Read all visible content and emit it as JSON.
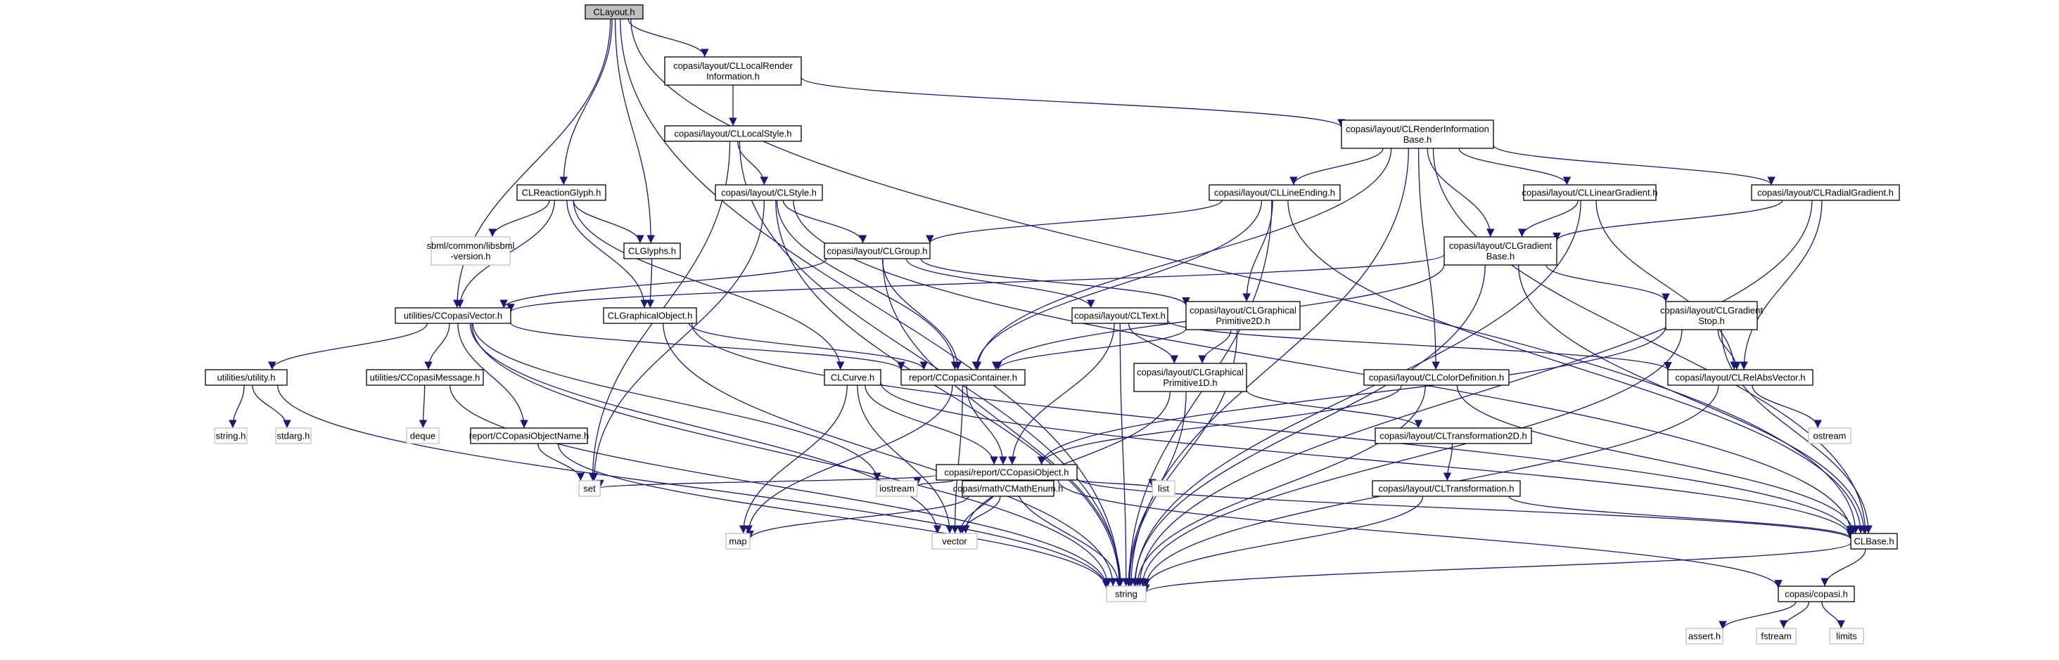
{
  "graph": {
    "nodes": [
      {
        "id": "n0",
        "kind": "main",
        "lines": [
          "CLayout.h"
        ]
      },
      {
        "id": "n1",
        "kind": "local",
        "lines": [
          "copasi/layout/CLLocalRender",
          "Information.h"
        ]
      },
      {
        "id": "n2",
        "kind": "local",
        "lines": [
          "copasi/layout/CLLocalStyle.h"
        ]
      },
      {
        "id": "n3",
        "kind": "local",
        "lines": [
          "copasi/layout/CLRenderInformation",
          "Base.h"
        ]
      },
      {
        "id": "n4",
        "kind": "local",
        "lines": [
          "CLReactionGlyph.h"
        ]
      },
      {
        "id": "n5",
        "kind": "local",
        "lines": [
          "copasi/layout/CLStyle.h"
        ]
      },
      {
        "id": "n6",
        "kind": "ext",
        "lines": [
          "sbml/common/libsbml",
          "-version.h"
        ]
      },
      {
        "id": "n7",
        "kind": "local",
        "lines": [
          "CLGlyphs.h"
        ]
      },
      {
        "id": "n8",
        "kind": "local",
        "lines": [
          "copasi/layout/CLGroup.h"
        ]
      },
      {
        "id": "n9",
        "kind": "local",
        "lines": [
          "copasi/layout/CLLineEnding.h"
        ]
      },
      {
        "id": "n10",
        "kind": "local",
        "lines": [
          "copasi/layout/CLLinearGradient.h"
        ]
      },
      {
        "id": "n11",
        "kind": "local",
        "lines": [
          "copasi/layout/CLRadialGradient.h"
        ]
      },
      {
        "id": "n12",
        "kind": "local",
        "lines": [
          "copasi/layout/CLGradient",
          "Base.h"
        ]
      },
      {
        "id": "n13",
        "kind": "local",
        "lines": [
          "utilities/CCopasiVector.h"
        ]
      },
      {
        "id": "n14",
        "kind": "local",
        "lines": [
          "CLGraphicalObject.h"
        ]
      },
      {
        "id": "n15",
        "kind": "local",
        "lines": [
          "copasi/layout/CLText.h"
        ]
      },
      {
        "id": "n16",
        "kind": "local",
        "lines": [
          "copasi/layout/CLGraphical",
          "Primitive2D.h"
        ]
      },
      {
        "id": "n17",
        "kind": "local",
        "lines": [
          "copasi/layout/CLGradient",
          "Stop.h"
        ]
      },
      {
        "id": "n18",
        "kind": "local",
        "lines": [
          "utilities/utility.h"
        ]
      },
      {
        "id": "n19",
        "kind": "local",
        "lines": [
          "utilities/CCopasiMessage.h"
        ]
      },
      {
        "id": "n20",
        "kind": "local",
        "lines": [
          "CLCurve.h"
        ]
      },
      {
        "id": "n21",
        "kind": "local",
        "lines": [
          "report/CCopasiContainer.h"
        ]
      },
      {
        "id": "n22",
        "kind": "local",
        "lines": [
          "copasi/layout/CLGraphical",
          "Primitive1D.h"
        ]
      },
      {
        "id": "n23",
        "kind": "local",
        "lines": [
          "copasi/layout/CLColorDefinition.h"
        ]
      },
      {
        "id": "n24",
        "kind": "local",
        "lines": [
          "copasi/layout/CLRelAbsVector.h"
        ]
      },
      {
        "id": "n25",
        "kind": "ext",
        "lines": [
          "string.h"
        ]
      },
      {
        "id": "n26",
        "kind": "ext",
        "lines": [
          "stdarg.h"
        ]
      },
      {
        "id": "n27",
        "kind": "ext",
        "lines": [
          "deque"
        ]
      },
      {
        "id": "n28",
        "kind": "local",
        "lines": [
          "report/CCopasiObjectName.h"
        ]
      },
      {
        "id": "n29",
        "kind": "local",
        "lines": [
          "copasi/report/CCopasiObject.h"
        ]
      },
      {
        "id": "n30",
        "kind": "local",
        "lines": [
          "copasi/layout/CLTransformation2D.h"
        ]
      },
      {
        "id": "n31",
        "kind": "ext",
        "lines": [
          "ostream"
        ]
      },
      {
        "id": "n32",
        "kind": "ext",
        "lines": [
          "set"
        ]
      },
      {
        "id": "n33",
        "kind": "ext",
        "lines": [
          "iostream"
        ]
      },
      {
        "id": "n34",
        "kind": "ext",
        "lines": [
          "list"
        ]
      },
      {
        "id": "n35",
        "kind": "local",
        "lines": [
          "copasi/math/CMathEnum.h"
        ]
      },
      {
        "id": "n36",
        "kind": "local",
        "lines": [
          "copasi/layout/CLTransformation.h"
        ]
      },
      {
        "id": "n37",
        "kind": "ext",
        "lines": [
          "map"
        ]
      },
      {
        "id": "n38",
        "kind": "ext",
        "lines": [
          "vector"
        ]
      },
      {
        "id": "n39",
        "kind": "local",
        "lines": [
          "CLBase.h"
        ]
      },
      {
        "id": "n40",
        "kind": "ext",
        "lines": [
          "string"
        ]
      },
      {
        "id": "n41",
        "kind": "local",
        "lines": [
          "copasi/copasi.h"
        ]
      },
      {
        "id": "n42",
        "kind": "ext",
        "lines": [
          "assert.h"
        ]
      },
      {
        "id": "n43",
        "kind": "ext",
        "lines": [
          "fstream"
        ]
      },
      {
        "id": "n44",
        "kind": "ext",
        "lines": [
          "limits"
        ]
      }
    ],
    "edges": [
      [
        "n0",
        "n1"
      ],
      [
        "n0",
        "n4"
      ],
      [
        "n0",
        "n7"
      ],
      [
        "n0",
        "n13"
      ],
      [
        "n0",
        "n39"
      ],
      [
        "n0",
        "n40"
      ],
      [
        "n1",
        "n2"
      ],
      [
        "n1",
        "n3"
      ],
      [
        "n2",
        "n5"
      ],
      [
        "n2",
        "n40"
      ],
      [
        "n2",
        "n32"
      ],
      [
        "n3",
        "n9"
      ],
      [
        "n3",
        "n10"
      ],
      [
        "n3",
        "n11"
      ],
      [
        "n3",
        "n12"
      ],
      [
        "n3",
        "n23"
      ],
      [
        "n3",
        "n21"
      ],
      [
        "n3",
        "n39"
      ],
      [
        "n3",
        "n40"
      ],
      [
        "n4",
        "n6"
      ],
      [
        "n4",
        "n7"
      ],
      [
        "n4",
        "n14"
      ],
      [
        "n4",
        "n13"
      ],
      [
        "n4",
        "n20"
      ],
      [
        "n5",
        "n8"
      ],
      [
        "n5",
        "n21"
      ],
      [
        "n5",
        "n32"
      ],
      [
        "n5",
        "n40"
      ],
      [
        "n5",
        "n39"
      ],
      [
        "n7",
        "n14"
      ],
      [
        "n8",
        "n15"
      ],
      [
        "n8",
        "n16"
      ],
      [
        "n8",
        "n21"
      ],
      [
        "n8",
        "n13"
      ],
      [
        "n8",
        "n40"
      ],
      [
        "n9",
        "n8"
      ],
      [
        "n9",
        "n16"
      ],
      [
        "n9",
        "n21"
      ],
      [
        "n9",
        "n39"
      ],
      [
        "n9",
        "n40"
      ],
      [
        "n10",
        "n12"
      ],
      [
        "n10",
        "n24"
      ],
      [
        "n10",
        "n40"
      ],
      [
        "n11",
        "n12"
      ],
      [
        "n11",
        "n24"
      ],
      [
        "n11",
        "n40"
      ],
      [
        "n12",
        "n17"
      ],
      [
        "n12",
        "n21"
      ],
      [
        "n12",
        "n13"
      ],
      [
        "n12",
        "n39"
      ],
      [
        "n12",
        "n40"
      ],
      [
        "n13",
        "n18"
      ],
      [
        "n13",
        "n19"
      ],
      [
        "n13",
        "n28"
      ],
      [
        "n13",
        "n21"
      ],
      [
        "n13",
        "n33"
      ],
      [
        "n13",
        "n38"
      ],
      [
        "n13",
        "n40"
      ],
      [
        "n14",
        "n21"
      ],
      [
        "n14",
        "n39"
      ],
      [
        "n14",
        "n40"
      ],
      [
        "n15",
        "n22"
      ],
      [
        "n15",
        "n29"
      ],
      [
        "n15",
        "n24"
      ],
      [
        "n15",
        "n40"
      ],
      [
        "n16",
        "n22"
      ],
      [
        "n16",
        "n21"
      ],
      [
        "n16",
        "n40"
      ],
      [
        "n17",
        "n24"
      ],
      [
        "n17",
        "n29"
      ],
      [
        "n17",
        "n39"
      ],
      [
        "n17",
        "n40"
      ],
      [
        "n18",
        "n25"
      ],
      [
        "n18",
        "n26"
      ],
      [
        "n18",
        "n40"
      ],
      [
        "n19",
        "n27"
      ],
      [
        "n19",
        "n40"
      ],
      [
        "n20",
        "n29"
      ],
      [
        "n20",
        "n37"
      ],
      [
        "n20",
        "n38"
      ],
      [
        "n20",
        "n39"
      ],
      [
        "n21",
        "n29"
      ],
      [
        "n21",
        "n37"
      ],
      [
        "n21",
        "n38"
      ],
      [
        "n22",
        "n30"
      ],
      [
        "n22",
        "n38"
      ],
      [
        "n22",
        "n40"
      ],
      [
        "n23",
        "n29"
      ],
      [
        "n23",
        "n39"
      ],
      [
        "n23",
        "n40"
      ],
      [
        "n24",
        "n31"
      ],
      [
        "n24",
        "n40"
      ],
      [
        "n28",
        "n32"
      ],
      [
        "n28",
        "n40"
      ],
      [
        "n29",
        "n32"
      ],
      [
        "n29",
        "n33"
      ],
      [
        "n29",
        "n34"
      ],
      [
        "n29",
        "n35"
      ],
      [
        "n29",
        "n38"
      ],
      [
        "n29",
        "n40"
      ],
      [
        "n29",
        "n41"
      ],
      [
        "n29",
        "n39"
      ],
      [
        "n30",
        "n36"
      ],
      [
        "n35",
        "n37"
      ],
      [
        "n35",
        "n38"
      ],
      [
        "n36",
        "n39"
      ],
      [
        "n36",
        "n40"
      ],
      [
        "n39",
        "n40"
      ],
      [
        "n39",
        "n41"
      ],
      [
        "n41",
        "n42"
      ],
      [
        "n41",
        "n43"
      ],
      [
        "n41",
        "n44"
      ]
    ]
  },
  "colors": {
    "edge": "#191970",
    "main_fill": "#bfbfbf",
    "ext_border": "#bfbfbf",
    "border": "#000000"
  }
}
